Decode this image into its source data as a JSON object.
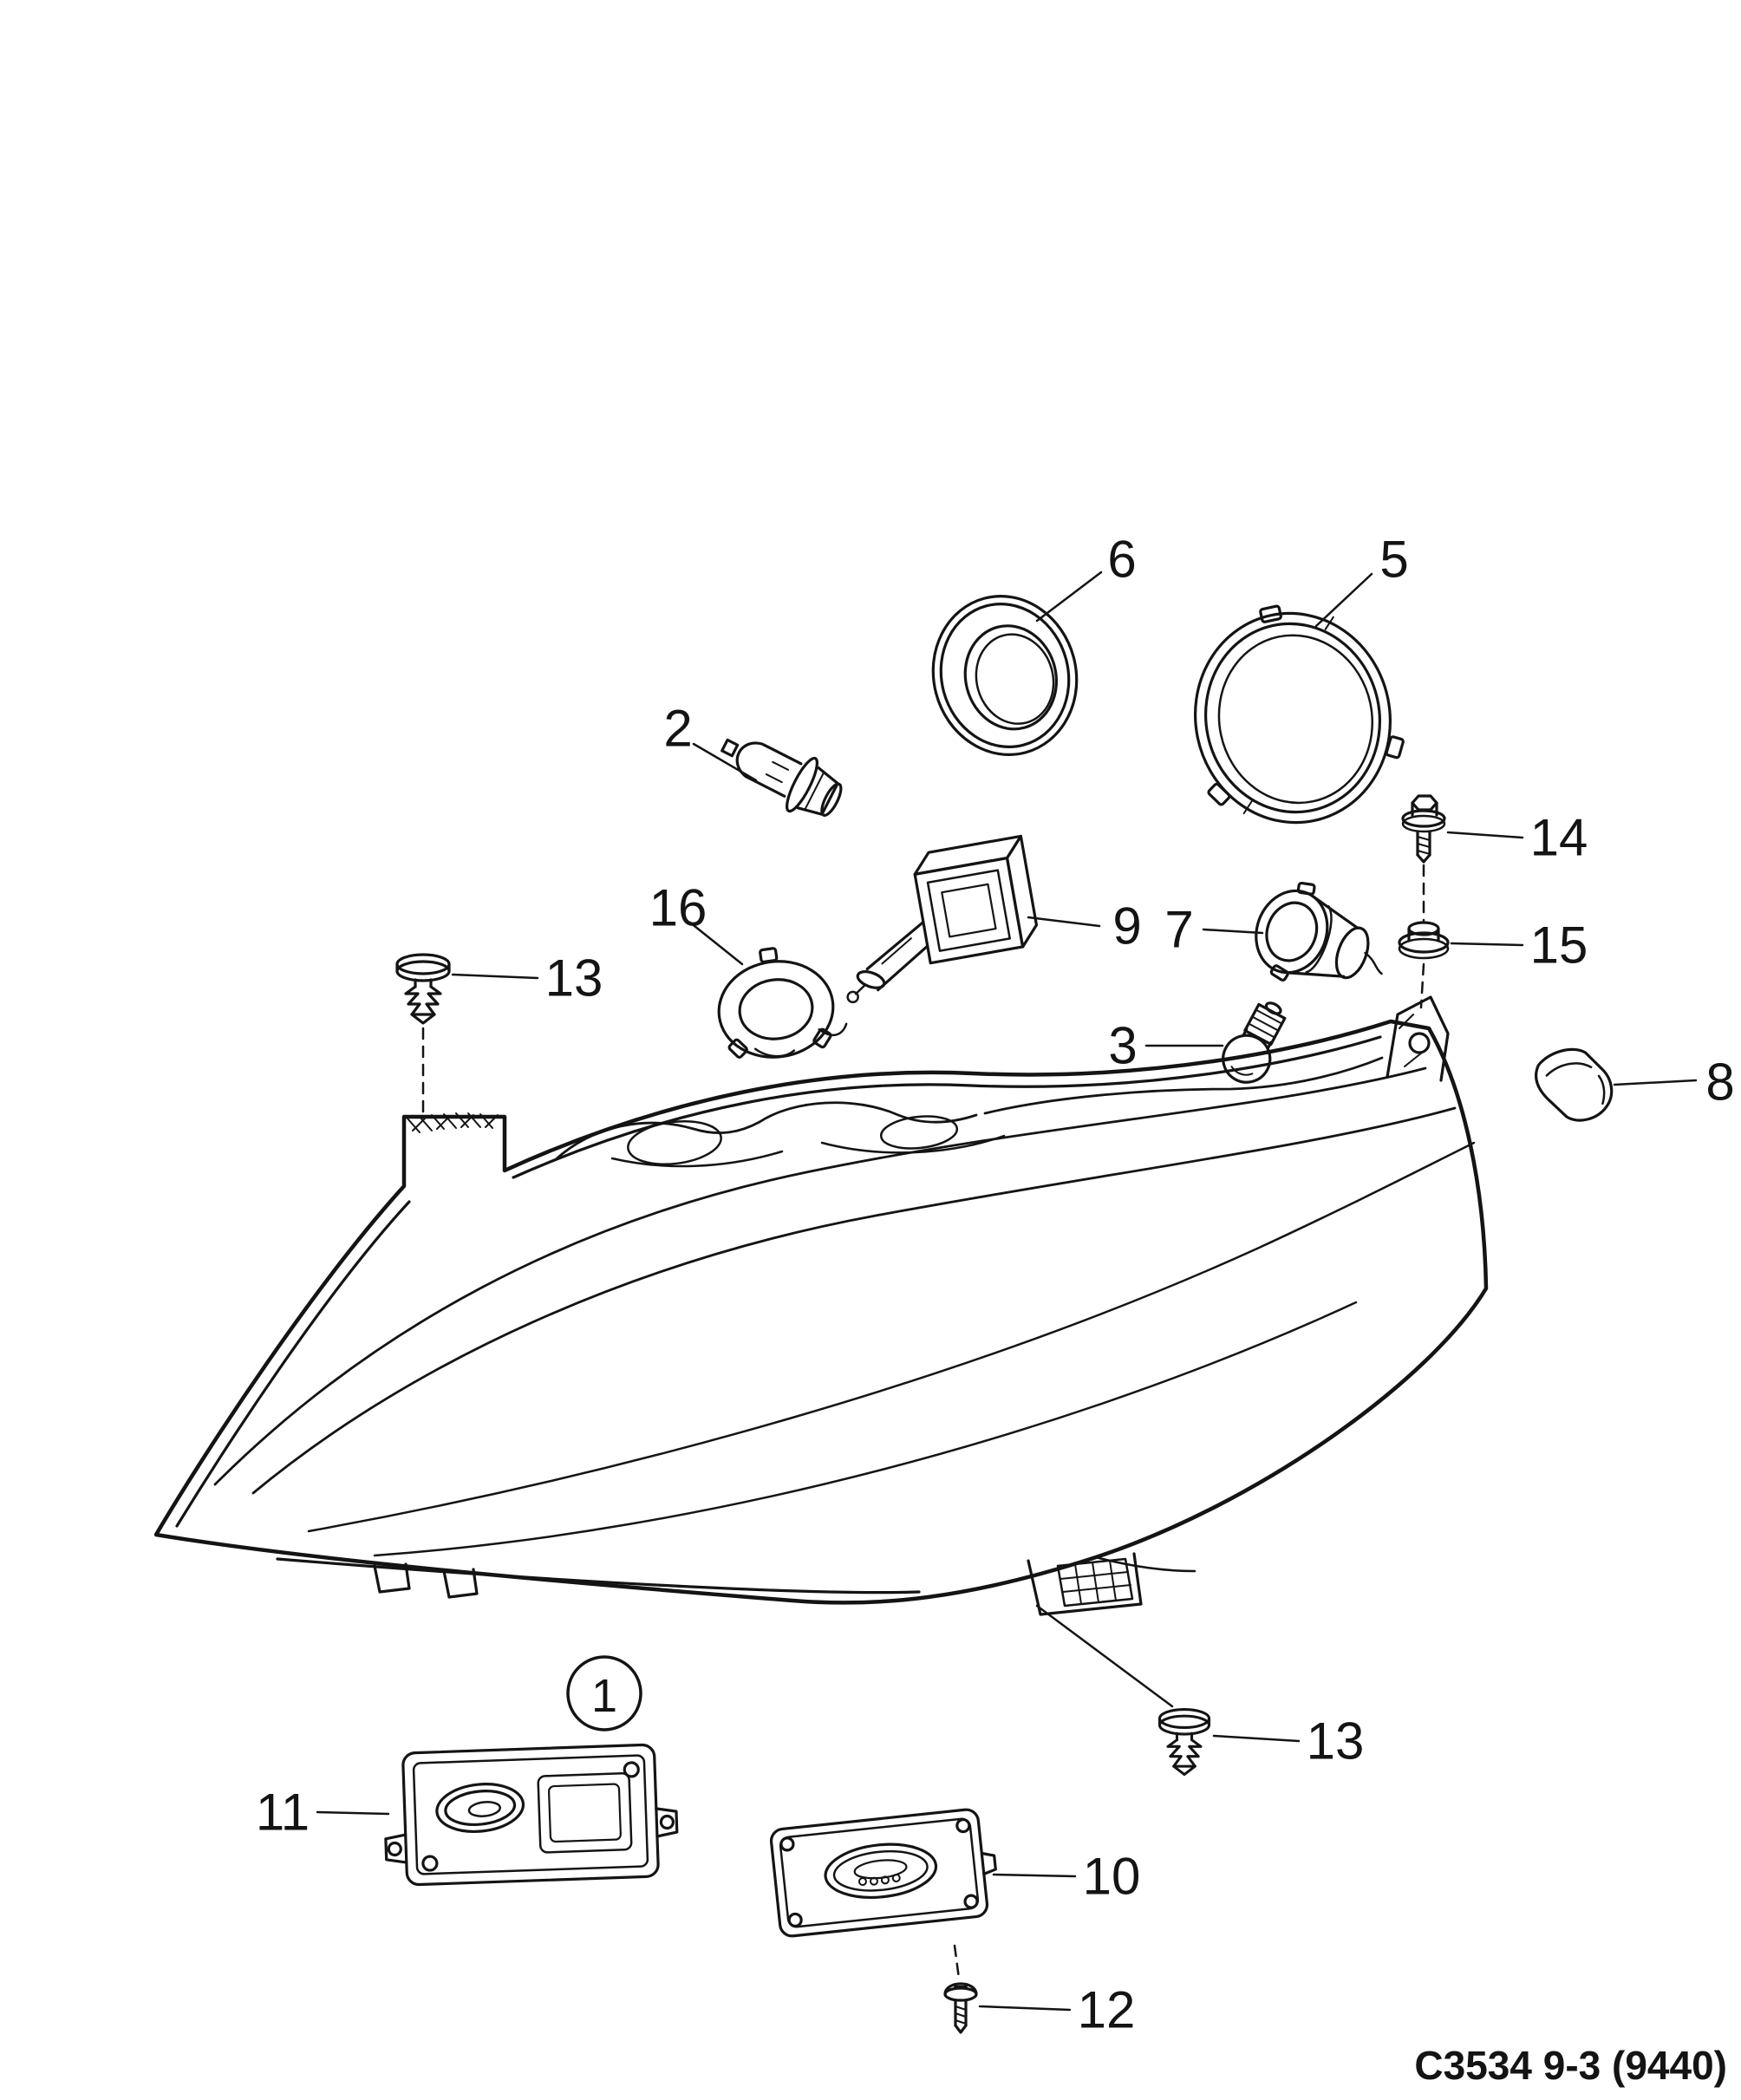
{
  "diagram": {
    "code": "C3534 9-3 (9440)"
  },
  "callouts": {
    "n1": "1",
    "n2": "2",
    "n3": "3",
    "n5": "5",
    "n6": "6",
    "n7": "7",
    "n8": "8",
    "n9": "9",
    "n10": "10",
    "n11": "11",
    "n12": "12",
    "n13_top": "13",
    "n13_bottom": "13",
    "n14": "14",
    "n15": "15",
    "n16": "16"
  }
}
